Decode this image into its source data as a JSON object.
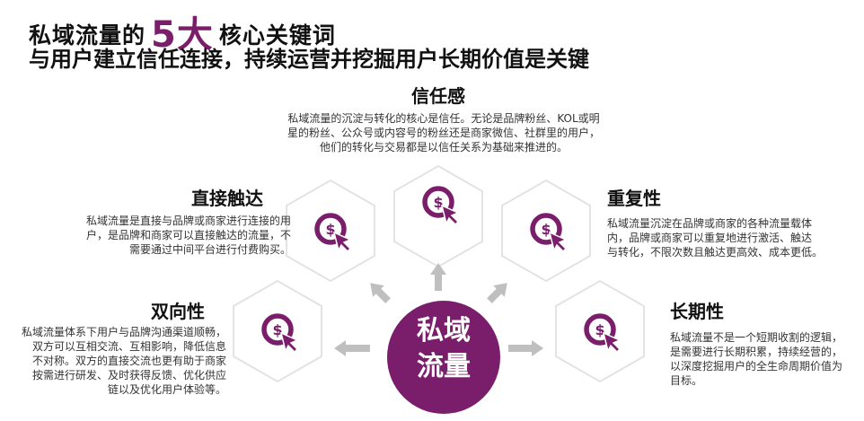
{
  "header": {
    "title_part1": "私域流量的",
    "title_number": "5大",
    "title_part2": "核心关键词",
    "subtitle": "与用户建立信任连接，持续运营并挖掘用户长期价值是关键"
  },
  "center": {
    "line1": "私域",
    "line2": "流量"
  },
  "colors": {
    "accent": "#7a1e6c",
    "hex_border": "#e3e3e3",
    "arrow": "#bfbfbf"
  },
  "keywords": [
    {
      "title": "信任感",
      "icon": "dollar-cursor-icon",
      "lines": [
        "私域流量的沉淀与转化的核心是信任。无论是品牌粉丝、KOL或明",
        "星的粉丝、公众号或内容号的粉丝还是商家微信、社群里的用户，",
        "他们的转化与交易都是以信任关系为基础来推进的。"
      ]
    },
    {
      "title": "直接触达",
      "icon": "dollar-cursor-icon",
      "lines": [
        "私域流量是直接与品牌或商家进行连接的用",
        "户，是品牌和商家可以直接触达的流量，不",
        "需要通过中间平台进行付费购买。"
      ]
    },
    {
      "title": "重复性",
      "icon": "dollar-cursor-icon",
      "lines": [
        "私域流量沉淀在品牌或商家的各种流量载体",
        "内，品牌或商家可以重复地进行激活、触达",
        "与转化，不限次数且触达更高效、成本更低。"
      ]
    },
    {
      "title": "双向性",
      "icon": "dollar-cursor-icon",
      "lines": [
        "私域流量体系下用户与品牌沟通渠道顺畅，",
        "双方可以互相交流、互相影响，降低信息",
        "不对称。双方的直接交流也更有助于商家",
        "按需进行研发、及时获得反馈、优化供应",
        "链以及优化用户体验等。"
      ]
    },
    {
      "title": "长期性",
      "icon": "dollar-cursor-icon",
      "lines": [
        "私域流量不是一个短期收割的逻辑，",
        "是需要进行长期积累，持续经营的，",
        "以深度挖掘用户的全生命周期价值为",
        "目标。"
      ]
    }
  ]
}
